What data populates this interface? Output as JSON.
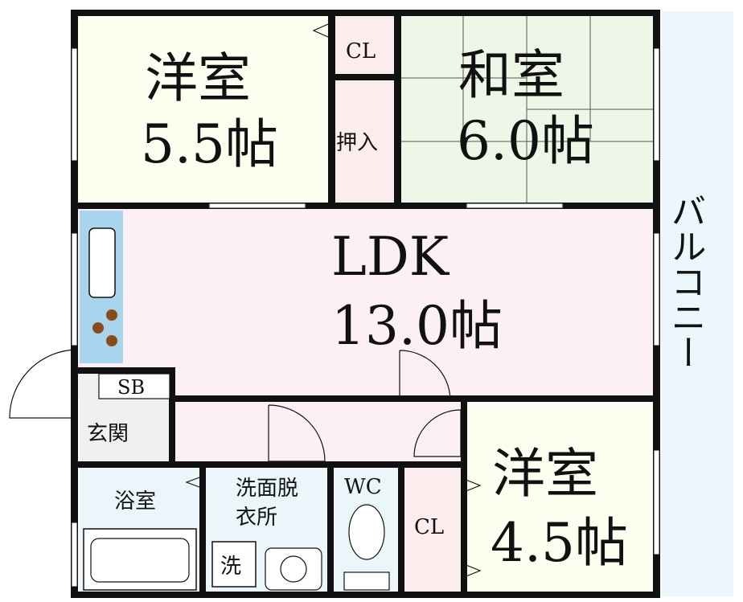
{
  "rooms": {
    "western_room_1": {
      "name": "洋室",
      "size": "5.5帖"
    },
    "japanese_room": {
      "name": "和室",
      "size": "6.0帖"
    },
    "ldk": {
      "name": "LDK",
      "size": "13.0帖"
    },
    "western_room_2": {
      "name": "洋室",
      "size": "4.5帖"
    },
    "balcony": {
      "name": "バルコニー"
    },
    "closet_top": {
      "name": "CL"
    },
    "oshiire": {
      "name": "押入"
    },
    "shoe_box": {
      "name": "SB"
    },
    "entrance": {
      "name": "玄関"
    },
    "bathroom": {
      "name": "浴室"
    },
    "washroom": {
      "name": "洗面脱衣所",
      "line1": "洗面脱",
      "line2": "衣所"
    },
    "washer_mark": {
      "name": "洗"
    },
    "toilet": {
      "name": "WC"
    },
    "closet_bottom": {
      "name": "CL"
    }
  },
  "colors": {
    "wall": "#111111",
    "western_room_fill": "#fdfdf0",
    "japanese_room_fill": "#eef6e8",
    "ldk_fill": "#fcf0f6",
    "closet_fill": "#fcecee",
    "wet_area_fill": "#eaf6fa",
    "kitchen_fill": "#a8d4ee",
    "stove_color": "#8b4a1a",
    "balcony_fill": "#ebf7fc",
    "hall_fill": "#fcf0f6"
  }
}
